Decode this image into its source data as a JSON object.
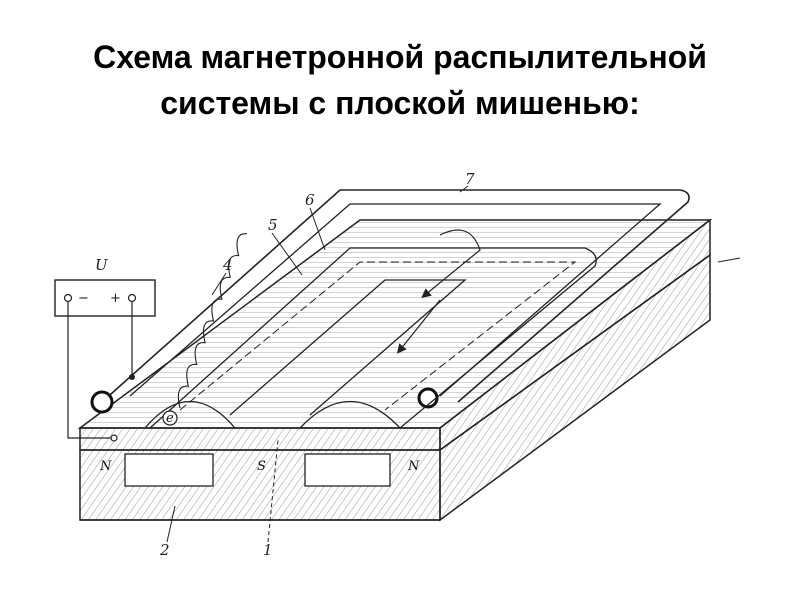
{
  "title": {
    "line1": "Схема магнетронной распылительной",
    "line2": "системы с плоской мишенью:"
  },
  "diagram": {
    "power_supply": {
      "label": "U",
      "minus": "−",
      "plus": "+"
    },
    "callouts": {
      "n1_bottom": "1",
      "n2_bottom": "2",
      "n4": "4",
      "n5": "5",
      "n6": "6",
      "n7": "7"
    },
    "poles": {
      "left": "N",
      "center": "S",
      "right": "N"
    },
    "electron_symbol": "e"
  }
}
